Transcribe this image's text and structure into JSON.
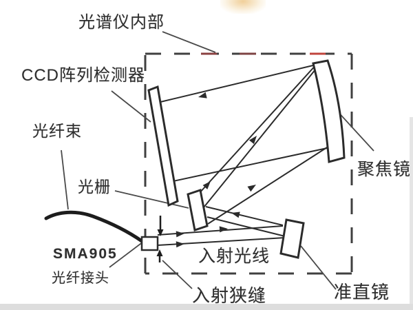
{
  "diagram": {
    "labels": {
      "spectrometer_interior": "光谱仪内部",
      "ccd_detector": "CCD阵列检测器",
      "fiber_bundle": "光纤束",
      "grating": "光栅",
      "sma905": "SMA905",
      "fiber_connector": "光纤接头",
      "incident_ray": "入射光线",
      "entrance_slit": "入射狭缝",
      "focusing_mirror": "聚焦镜",
      "collimating_mirror": "准直镜"
    },
    "colors": {
      "background": "#ffffff",
      "line": "#2b2b2b",
      "dash_dark": "#3f3f3f",
      "dash_red": "#c0443c",
      "dash_maroon": "#8a4040",
      "edge_gray": "#d7d7d7",
      "artifact_orange": "#e0a94e"
    }
  }
}
